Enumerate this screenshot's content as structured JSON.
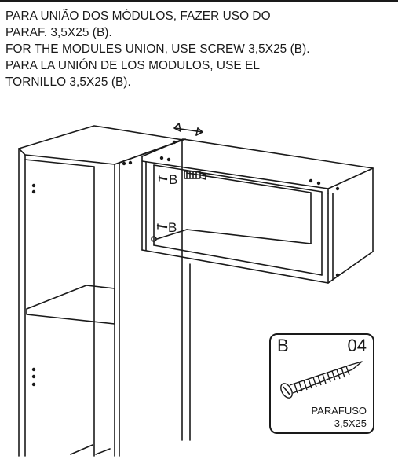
{
  "instructions": {
    "pt": "PARA UNIÃO DOS MÓDULOS, FAZER USO DO\nPARAF. 3,5X25 (B).",
    "en": "FOR THE MODULES UNION, USE SCREW 3,5X25 (B).",
    "es": "PARA LA UNIÓN DE LOS MODULOS, USE EL\nTORNILLO 3,5X25 (B)."
  },
  "callouts": {
    "upper": "B",
    "lower": "B"
  },
  "part": {
    "letter": "B",
    "quantity": "04",
    "name": "PARAFUSO",
    "size": "3,5X25"
  },
  "icons": {
    "part_screw": "screw-icon",
    "slide_arrow": "double-arrow-icon",
    "screw_marker": "screw-marker-icon"
  },
  "colors": {
    "ink": "#1a1a1a",
    "paper": "#ffffff"
  }
}
